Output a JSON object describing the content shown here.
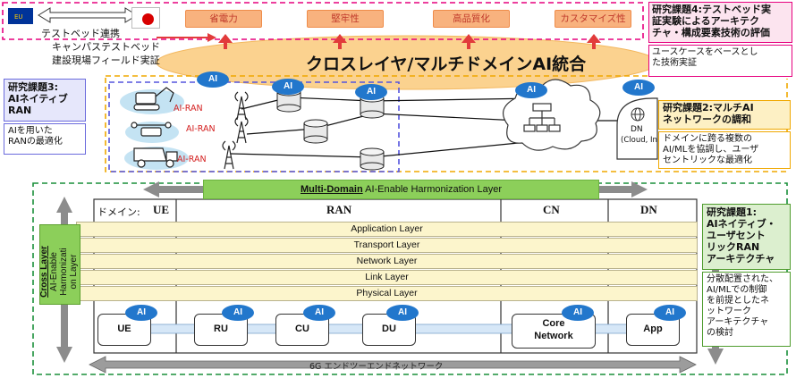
{
  "top": {
    "eu_flag": "EU",
    "testbed_link": "テストベッド連携",
    "campus_testbed": "キャンパステストベッド",
    "field_test": "建設現場フィールド実証",
    "tabs": [
      "省電力",
      "堅牢性",
      "高品質化",
      "カスタマイズ性"
    ],
    "integration_title": "クロスレイヤ/マルチドメインAI統合"
  },
  "task4": {
    "title": "研究課題4:テストベッド実証実験によるアーキテクチャ・構成要素技術の評価",
    "title_lines": [
      "研究課題4:テストベッド実",
      "証実験によるアーキテク",
      "チャ・構成要素技術の評価"
    ],
    "body_lines": [
      "ユースケースをベースとし",
      "た技術実証"
    ]
  },
  "task3": {
    "title_lines": [
      "研究課題3:",
      "AIネイティブ",
      "RAN"
    ],
    "body_lines": [
      "AIを用いた",
      "RANの最適化"
    ]
  },
  "task2": {
    "title_lines": [
      "研究課題2:マルチAI",
      "ネットワークの調和"
    ],
    "body_lines": [
      "ドメインに跨る複数の",
      "AI/MLを協調し、ユーザ",
      "セントリックな最適化"
    ]
  },
  "task1": {
    "title_lines": [
      "研究課題1:",
      "AIネイティブ・",
      "ユーザセント",
      "リックRAN",
      "アーキテクチャ"
    ],
    "body_lines": [
      "分散配置された、",
      "AI/MLでの制御",
      "を前提としたネ",
      "ットワーク",
      "アーキテクチャ",
      "の検討"
    ]
  },
  "network": {
    "ai_label": "AI",
    "ai_ran_label": "AI-RAN",
    "dn_label": "DN",
    "dn_sub": "(Cloud, Inter"
  },
  "arch": {
    "harmonization_bold": "Multi-Domain",
    "harmonization_rest": " AI-Enable Harmonization Layer",
    "domain_prefix": "ドメイン:",
    "columns": [
      "UE",
      "RAN",
      "CN",
      "DN"
    ],
    "layers": [
      "Application Layer",
      "Transport Layer",
      "Network Layer",
      "Link Layer",
      "Physical Layer"
    ],
    "cross_layer_bold": "Cross Layer",
    "cross_layer_rest_lines": [
      "AI-Enable",
      "Harmonizati",
      "on Layer"
    ],
    "nodes": [
      "UE",
      "RU",
      "CU",
      "DU",
      "Core Network",
      "App"
    ],
    "core_network_lines": [
      "Core",
      "Network"
    ],
    "e2e_label": "6G エンドツーエンドネットワーク"
  }
}
